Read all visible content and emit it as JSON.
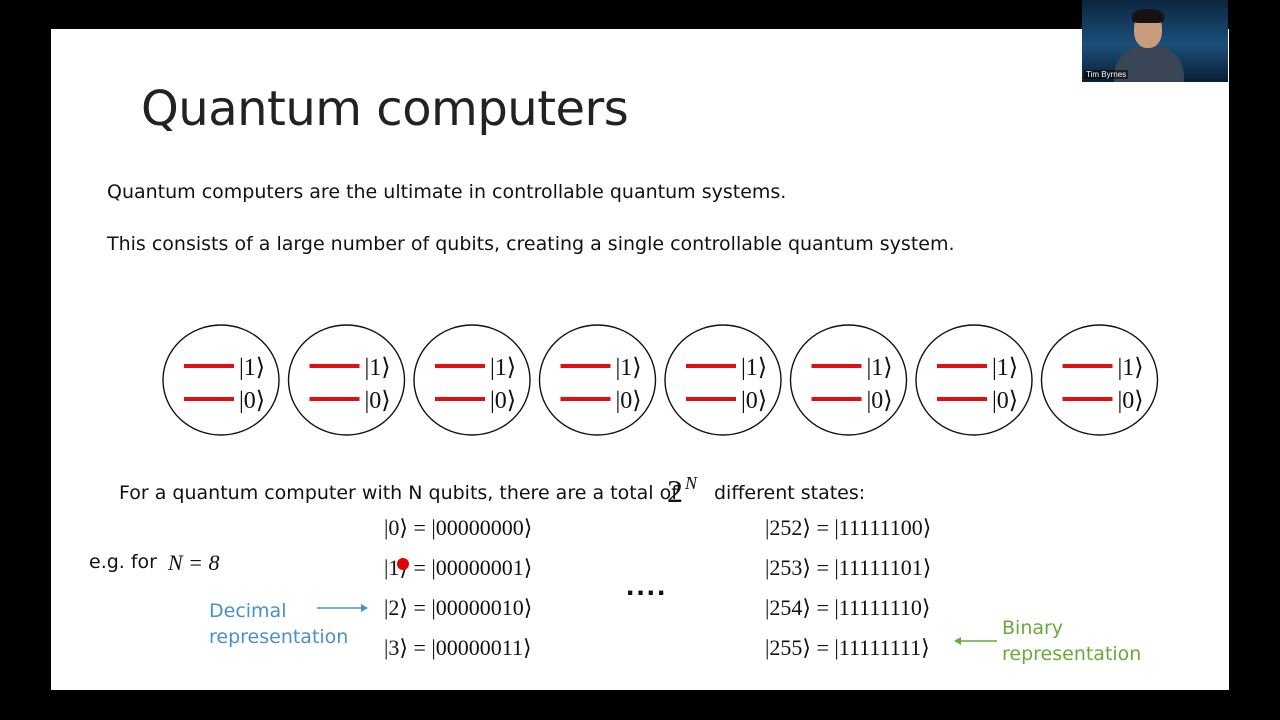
{
  "slide": {
    "title": "Quantum computers",
    "line1": "Quantum computers are the ultimate in controllable quantum systems.",
    "line2": "This consists of a large number of qubits, creating a single controllable quantum system.",
    "qubit_state_upper": "|1⟩",
    "qubit_state_lower": "|0⟩",
    "qubit_count": 8,
    "states_sentence_before": "For a quantum computer with N qubits, there are a total of",
    "states_power_base": "2",
    "states_power_exp": "N",
    "states_sentence_after": "different states:",
    "example_prefix": "e.g. for",
    "example_math": "N = 8",
    "decimal_label": [
      "Decimal",
      "representation"
    ],
    "binary_label": [
      "Binary",
      "representation"
    ],
    "ellipsis": "....",
    "states_left": [
      "|0⟩ = |00000000⟩",
      "|1⟩ = |00000001⟩",
      "|2⟩ = |00000010⟩",
      "|3⟩ = |00000011⟩"
    ],
    "states_right": [
      "|252⟩ = |11111100⟩",
      "|253⟩ = |11111101⟩",
      "|254⟩ = |11111110⟩",
      "|255⟩ = |11111111⟩"
    ]
  },
  "video": {
    "participant_name": "Tim Byrnes"
  },
  "colors": {
    "level_line": "#e01010",
    "blue_annotation": "#4a90c8",
    "green_annotation": "#6aaa3a"
  }
}
